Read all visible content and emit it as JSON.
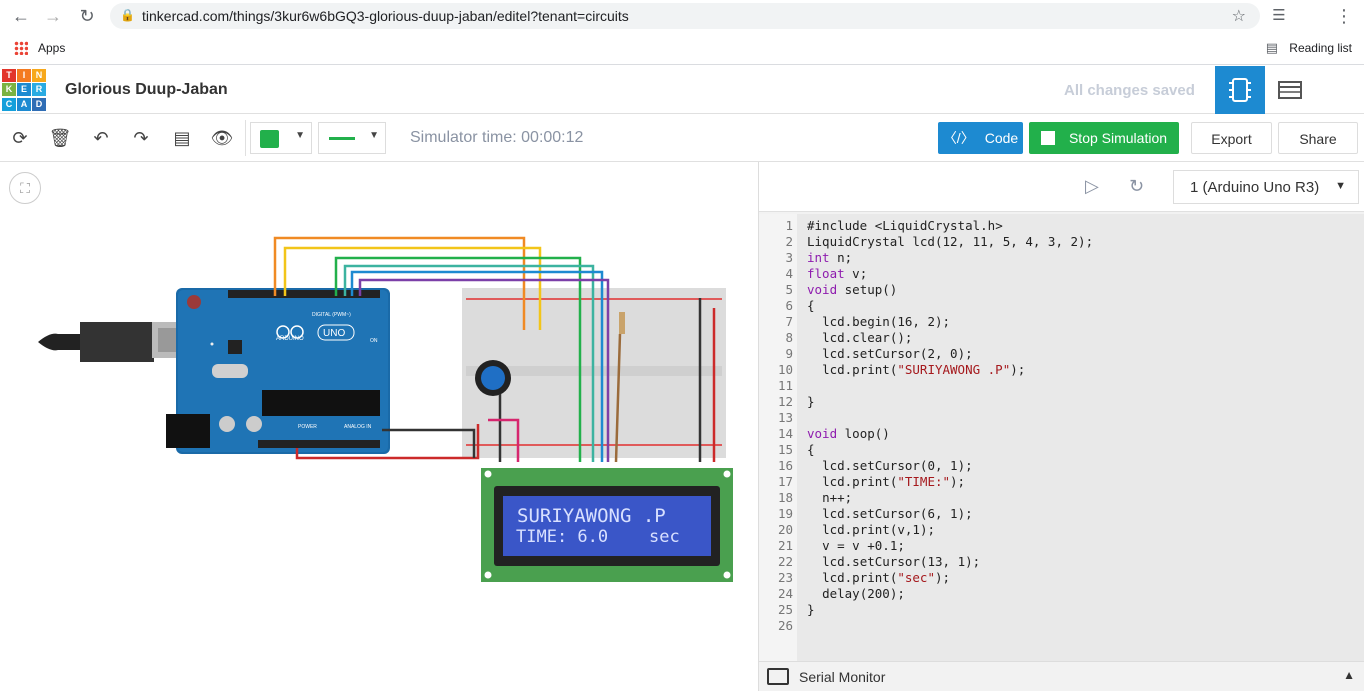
{
  "browser": {
    "url": "tinkercad.com/things/3kur6w6bGQ3-glorious-duup-jaban/editel?tenant=circuits",
    "apps_label": "Apps",
    "reading_list_label": "Reading list"
  },
  "header": {
    "logo_letters": [
      "TIN",
      "KER",
      "CAD"
    ],
    "title": "Glorious Duup-Jaban",
    "save_status": "All changes saved"
  },
  "toolbar": {
    "sim_time": "Simulator time: 00:00:12",
    "code_label": "Code",
    "stop_label": "Stop Simulation",
    "export_label": "Export",
    "share_label": "Share",
    "component_color": "#22b04b"
  },
  "circuit": {
    "arduino_brand": "ARDUINO",
    "arduino_model": "UNO",
    "digital_label": "DIGITAL (PWM~)",
    "power_label": "POWER",
    "analog_label": "ANALOG IN",
    "on_label": "ON",
    "lcd_line1": "SURIYAWONG .P",
    "lcd_line2": "TIME: 6.0    sec"
  },
  "code_panel": {
    "board": "1 (Arduino Uno R3)",
    "serial_label": "Serial Monitor",
    "lines": [
      "#include <LiquidCrystal.h>",
      "LiquidCrystal lcd(12, 11, 5, 4, 3, 2);",
      "int n;",
      "float v;",
      "void setup()",
      "{",
      "  lcd.begin(16, 2);",
      "  lcd.clear();",
      "  lcd.setCursor(2, 0);",
      "  lcd.print(\"SURIYAWONG .P\");",
      "",
      "}",
      "",
      "void loop()",
      "{",
      "  lcd.setCursor(0, 1);",
      "  lcd.print(\"TIME:\");",
      "  n++;",
      "  lcd.setCursor(6, 1);",
      "  lcd.print(v,1);",
      "  v = v +0.1;",
      "  lcd.setCursor(13, 1);",
      "  lcd.print(\"sec\");",
      "  delay(200);",
      "}",
      ""
    ]
  }
}
